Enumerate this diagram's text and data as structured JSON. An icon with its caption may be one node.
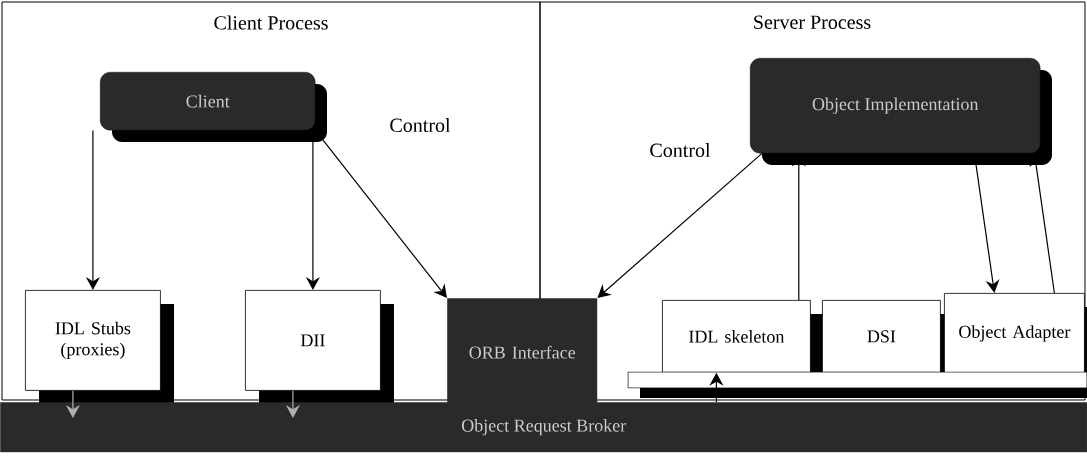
{
  "diagram": {
    "nodes": [
      {
        "text": [
          "Client Process"
        ]
      },
      {
        "text": [
          "Server Process"
        ]
      },
      {
        "text": [
          "Client"
        ],
        "in": 0
      },
      {
        "text": [
          "IDL Stubs (proxies)"
        ],
        "in": 0
      },
      {
        "text": [
          "DII"
        ],
        "in": 0
      },
      {
        "text": [
          "ORB Interface"
        ]
      },
      {
        "text": [
          "Object Implementation"
        ],
        "in": 1
      },
      {
        "text": [
          "IDL skeleton"
        ],
        "in": 1
      },
      {
        "text": [
          "DSI"
        ],
        "in": 1
      },
      {
        "text": [
          "Object Adapter"
        ],
        "in": 1
      },
      {
        "text": [
          "Object Request Broker"
        ]
      }
    ],
    "edges": [
      {
        "from": 2,
        "to": 3,
        "arrow": "to"
      },
      {
        "from": 2,
        "to": 4,
        "arrow": "to"
      },
      {
        "from": 2,
        "to": 5,
        "arrow": "to",
        "label": "Control"
      },
      {
        "from": 6,
        "to": 5,
        "arrow": "to",
        "label": "Control"
      },
      {
        "from": 7,
        "to": 6,
        "arrow": "to"
      },
      {
        "from": 6,
        "to": 9,
        "arrow": "to"
      },
      {
        "from": 9,
        "to": 6,
        "arrow": "to"
      },
      {
        "from": 3,
        "to": 10,
        "arrow": "to",
        "color": "#b0b0b0"
      },
      {
        "from": 4,
        "to": 10,
        "arrow": "to",
        "color": "#b0b0b0"
      },
      {
        "from": 10,
        "to": 7,
        "arrow": "to"
      }
    ]
  }
}
